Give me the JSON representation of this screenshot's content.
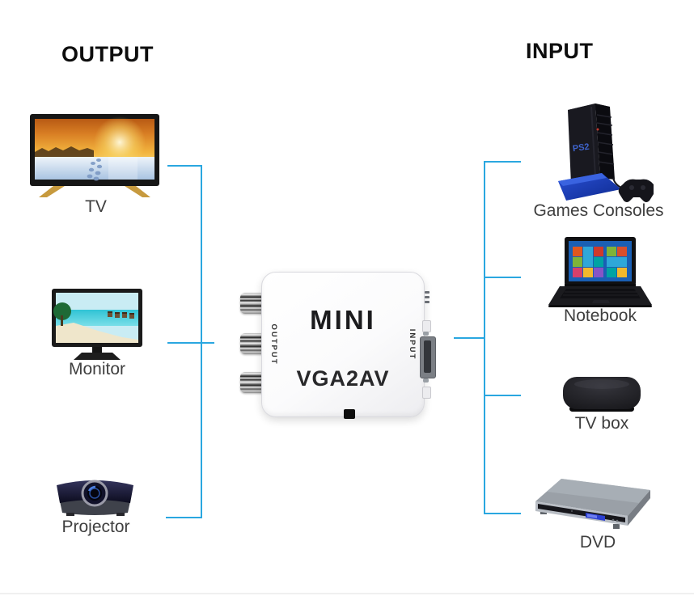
{
  "headings": {
    "output": "OUTPUT",
    "input": "INPUT"
  },
  "converter": {
    "brand": "MINI",
    "model": "VGA2AV",
    "output_port_label": "OUTPUT",
    "input_port_label": "INPUT"
  },
  "output_devices": [
    {
      "label": "TV"
    },
    {
      "label": "Monitor"
    },
    {
      "label": "Projector"
    }
  ],
  "input_devices": [
    {
      "label": "Games Consoles"
    },
    {
      "label": "Notebook"
    },
    {
      "label": "TV box"
    },
    {
      "label": "DVD"
    }
  ],
  "console_logo": "PS2",
  "colors": {
    "connector_line": "#2aa7e0",
    "background": "#ffffff",
    "heading_text": "#0d0d0d",
    "label_text": "#3f3f3f"
  }
}
